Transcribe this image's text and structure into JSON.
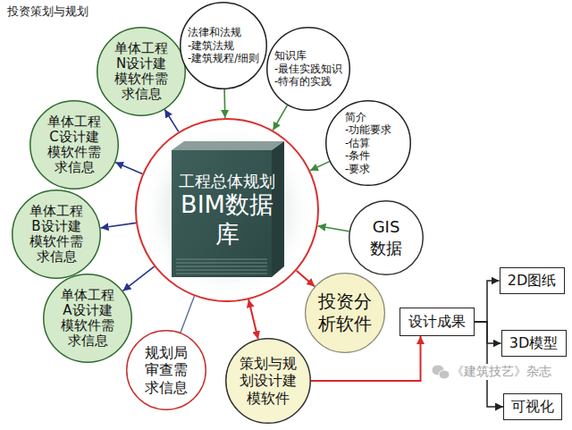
{
  "diagram": {
    "title": "投资策划与规划",
    "nodes": [
      {
        "text": [
          "单体工程N设计建模软件需求信息"
        ]
      },
      {
        "text": [
          "法律和法规",
          "-建筑法规",
          "-建筑规程/细则"
        ]
      },
      {
        "text": [
          "知识库",
          "-最佳实践知识",
          "-特有的实践"
        ]
      },
      {
        "text": [
          "简介",
          "-功能要求",
          "-估算",
          "-条件",
          "-要求"
        ]
      },
      {
        "text": [
          "单体工程C设计建模软件需求信息"
        ]
      },
      {
        "text": [
          "工程总体规划",
          "BIM数据库"
        ]
      },
      {
        "text": [
          "单体工程B设计建模软件需求信息"
        ]
      },
      {
        "text": [
          "GIS数据"
        ]
      },
      {
        "text": [
          "单体工程A设计建模软件需求信息"
        ]
      },
      {
        "text": [
          "投资分析软件"
        ]
      },
      {
        "text": [
          "规划局审查需求信息"
        ]
      },
      {
        "text": [
          "策划与规划设计建模软件"
        ]
      },
      {
        "text": [
          "设计成果"
        ]
      },
      {
        "text": [
          "2D图纸"
        ]
      },
      {
        "text": [
          "3D模型"
        ]
      },
      {
        "text": [
          "可视化"
        ]
      }
    ],
    "edges": [
      {
        "from": 5,
        "to": 0,
        "arrow": "to"
      },
      {
        "from": 5,
        "to": 4,
        "arrow": "to"
      },
      {
        "from": 5,
        "to": 6,
        "arrow": "to"
      },
      {
        "from": 5,
        "to": 8,
        "arrow": "to"
      },
      {
        "from": 10,
        "to": 5,
        "arrow": "none"
      },
      {
        "from": 11,
        "to": 5,
        "arrow": "both"
      },
      {
        "from": 5,
        "to": 9,
        "arrow": "to"
      },
      {
        "from": 7,
        "to": 5,
        "arrow": "to"
      },
      {
        "from": 3,
        "to": 5,
        "arrow": "to"
      },
      {
        "from": 2,
        "to": 5,
        "arrow": "to"
      },
      {
        "from": 1,
        "to": 5,
        "arrow": "to"
      },
      {
        "from": 11,
        "to": 12,
        "arrow": "to"
      },
      {
        "from": 12,
        "to": 13,
        "arrow": "to"
      },
      {
        "from": 12,
        "to": 14,
        "arrow": "to"
      },
      {
        "from": 12,
        "to": 15,
        "arrow": "to"
      }
    ],
    "labels": [
      "《建筑技艺》杂志"
    ]
  }
}
